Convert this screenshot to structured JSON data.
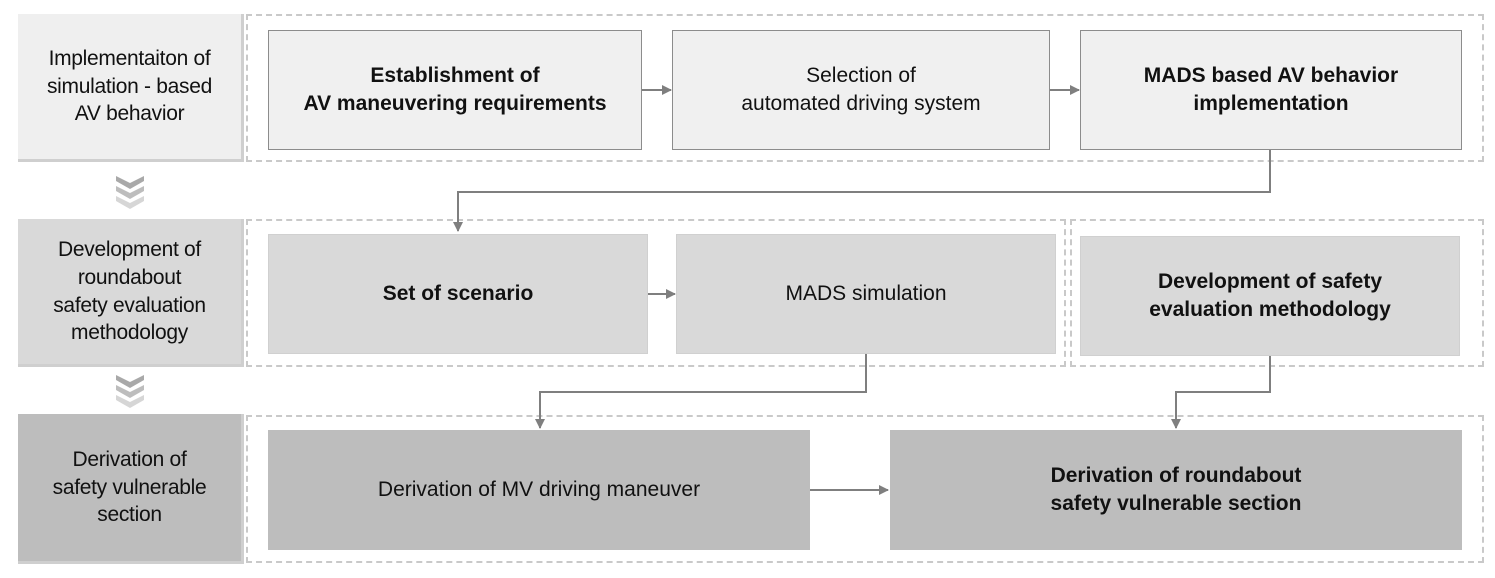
{
  "stages": [
    {
      "label": "Implementaiton of\nsimulation - based\nAV behavior"
    },
    {
      "label": "Development of\nroundabout\nsafety evaluation\nmethodology"
    },
    {
      "label": "Derivation of\nsafety vulnerable\nsection"
    }
  ],
  "row1": {
    "box1": "Establishment of\nAV maneuvering requirements",
    "box2": "Selection of\nautomated driving system",
    "box3": "MADS based AV behavior\nimplementation"
  },
  "row2": {
    "box1": "Set of scenario",
    "box2": "MADS simulation",
    "box3": "Development of safety\nevaluation methodology"
  },
  "row3": {
    "box1": "Derivation of MV driving maneuver",
    "box2": "Derivation of roundabout\nsafety vulnerable section"
  },
  "colors": {
    "stage1": "#efefef",
    "stage2": "#d9d9d9",
    "stage3": "#bdbdbd",
    "arrow": "#7f7f7f",
    "dash": "#c9c9c9"
  }
}
